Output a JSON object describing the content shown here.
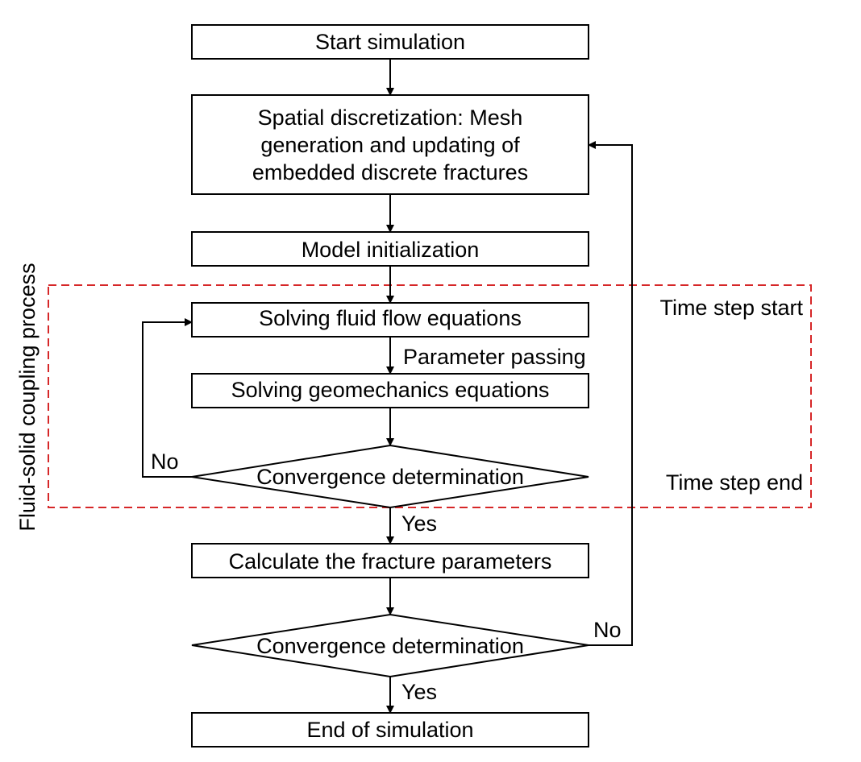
{
  "nodes": {
    "start": "Start simulation",
    "spatial_line1": "Spatial discretization: Mesh",
    "spatial_line2": "generation and updating of",
    "spatial_line3": "embedded discrete fractures",
    "model_init": "Model initialization",
    "solve_fluid": "Solving fluid flow equations",
    "solve_geo": "Solving geomechanics equations",
    "conv1": "Convergence determination",
    "calc_fracture": "Calculate the fracture parameters",
    "conv2": "Convergence determination",
    "end": "End of simulation"
  },
  "labels": {
    "parameter_passing": "Parameter passing",
    "time_step_start": "Time step start",
    "time_step_end": "Time step end",
    "no_inner": "No",
    "yes_inner": "Yes",
    "no_outer": "No",
    "yes_outer": "Yes",
    "coupling_region": "Fluid-solid coupling process"
  },
  "colors": {
    "region_border": "#d62728",
    "line": "#000000",
    "text": "#000000"
  }
}
